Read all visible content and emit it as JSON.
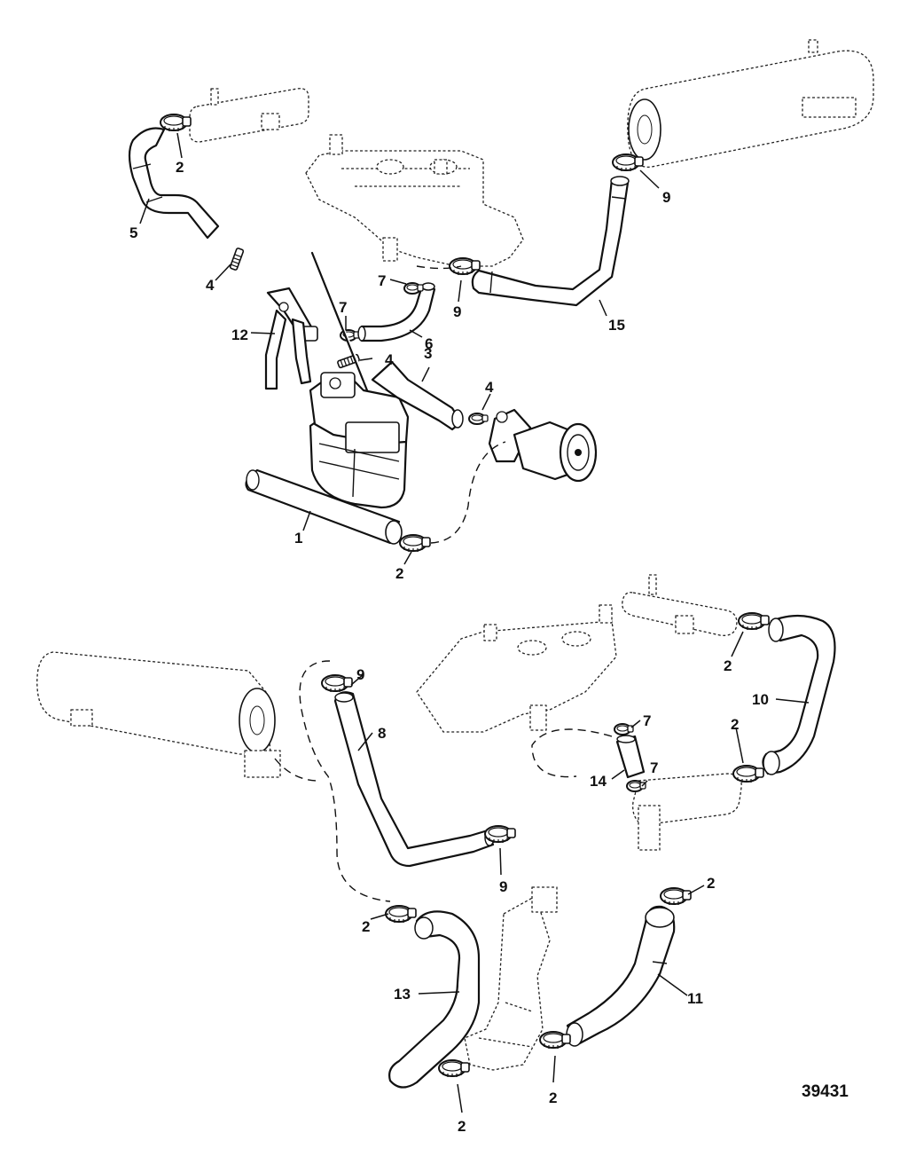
{
  "figure_number": "39431",
  "callouts": {
    "c1": "1",
    "c2a": "2",
    "c2b": "2",
    "c2c": "2",
    "c2d": "2",
    "c2e": "2",
    "c2f": "2",
    "c2g": "2",
    "c2h": "2",
    "c3": "3",
    "c4a": "4",
    "c4b": "4",
    "c4c": "4",
    "c5": "5",
    "c6": "6",
    "c7a": "7",
    "c7b": "7",
    "c7c": "7",
    "c7d": "7",
    "c8": "8",
    "c9a": "9",
    "c9b": "9",
    "c9c": "9",
    "c9d": "9",
    "c10": "10",
    "c11": "11",
    "c12": "12",
    "c13": "13",
    "c14": "14",
    "c15": "15"
  }
}
